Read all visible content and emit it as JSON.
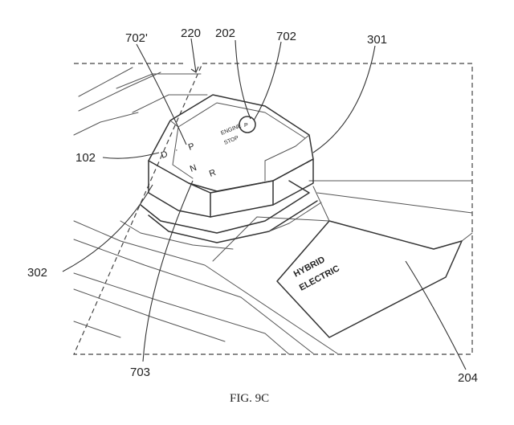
{
  "figure": {
    "caption": "FIG. 9C",
    "reference_numerals": {
      "r220": "220",
      "r202": "202",
      "r702": "702",
      "r702p": "702'",
      "r301": "301",
      "r102": "102",
      "r302": "302",
      "r703": "703",
      "r204": "204"
    },
    "button_text": {
      "engine": "ENGINE",
      "stop": "STOP",
      "p_symbol": "P"
    },
    "gear_indicators": {
      "d": "D",
      "dot": "·",
      "p": "P",
      "n": "N",
      "r": "R"
    },
    "display_text": {
      "hybrid": "HYBRID",
      "electric": "ELECTRIC"
    }
  }
}
